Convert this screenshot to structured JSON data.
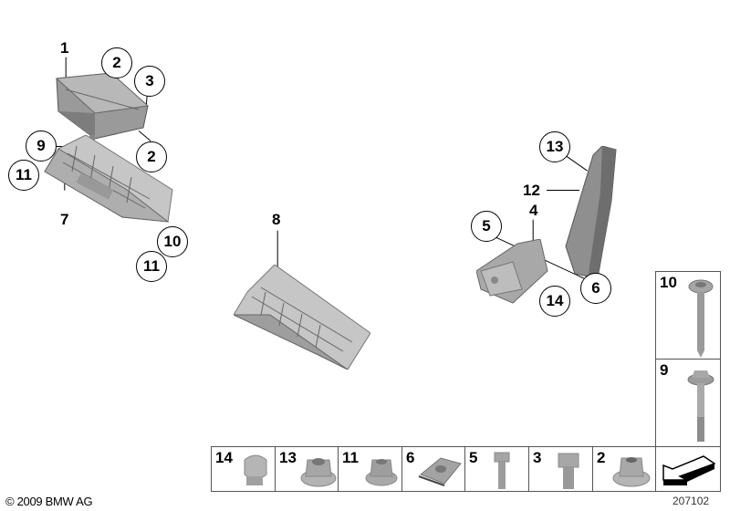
{
  "diagram": {
    "diagram_number": "207102",
    "copyright": "© 2009 BMW AG",
    "callouts": {
      "a1": "1",
      "a2": "2",
      "a3": "3",
      "a2b": "2",
      "a9": "9",
      "a11": "11",
      "a7": "7",
      "a10": "10",
      "a11b": "11",
      "b8": "8",
      "c13": "13",
      "c12": "12",
      "c5": "5",
      "c4": "4",
      "c6": "6",
      "c14": "14"
    },
    "parts": [
      {
        "label": "1",
        "name": "front-passenger-airbag-module"
      },
      {
        "label": "7",
        "name": "airbag-carrier-upper"
      },
      {
        "label": "8",
        "name": "airbag-carrier-lower"
      },
      {
        "label": "4",
        "name": "knee-airbag-bracket"
      },
      {
        "label": "12",
        "name": "trim-cover"
      },
      {
        "label": "13",
        "name": "trim-panel"
      }
    ],
    "hardware_column": [
      {
        "label": "10",
        "name": "fillister-head-screw"
      },
      {
        "label": "9",
        "name": "hex-bolt-with-washer"
      }
    ],
    "hardware_row": [
      {
        "label": "14",
        "name": "clip"
      },
      {
        "label": "13",
        "name": "hex-collar-nut"
      },
      {
        "label": "11",
        "name": "hex-nut-with-plate"
      },
      {
        "label": "6",
        "name": "spring-nut"
      },
      {
        "label": "5",
        "name": "hex-bolt-short"
      },
      {
        "label": "3",
        "name": "hex-bolt"
      },
      {
        "label": "2",
        "name": "collar-nut"
      }
    ]
  }
}
